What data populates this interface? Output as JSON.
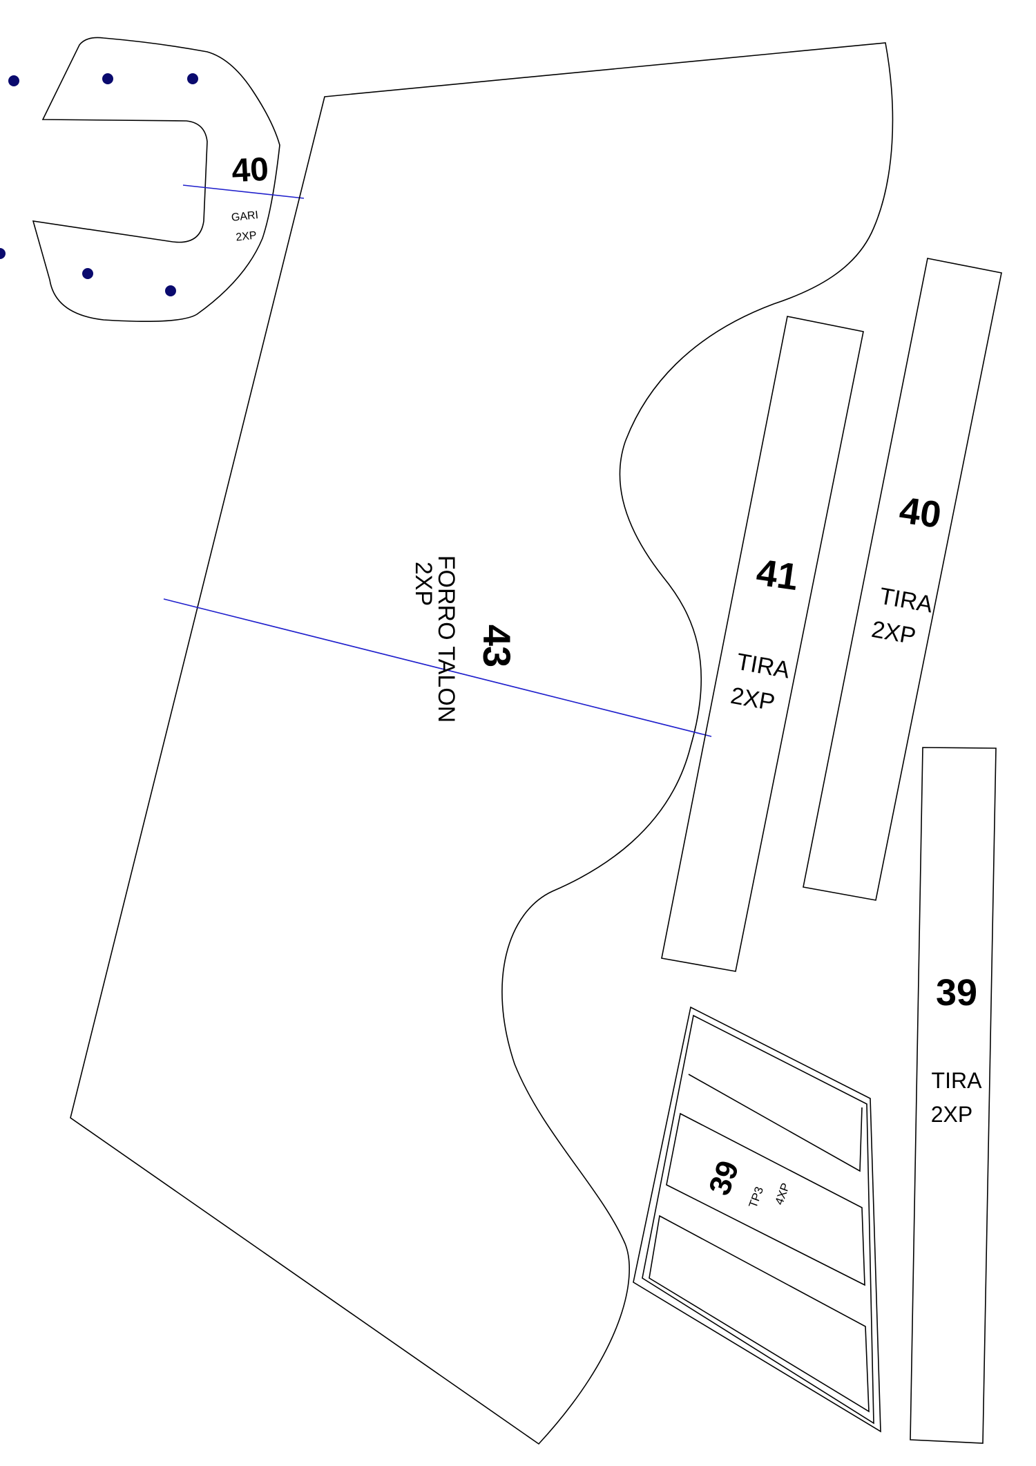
{
  "pattern_sheet": {
    "pieces": [
      {
        "id": "gari",
        "size": "40",
        "name": "GARI",
        "qty": "2XP"
      },
      {
        "id": "forro-talon",
        "size": "43",
        "name": "FORRO TALON",
        "qty": "2XP"
      },
      {
        "id": "tira-41",
        "size": "41",
        "name": "TIRA",
        "qty": "2XP"
      },
      {
        "id": "tira-40",
        "size": "40",
        "name": "TIRA",
        "qty": "2XP"
      },
      {
        "id": "tira-39",
        "size": "39",
        "name": "TIRA",
        "qty": "2XP"
      },
      {
        "id": "tp3",
        "size": "39",
        "name": "TP3",
        "qty": "4XP"
      }
    ],
    "colors": {
      "outline": "#000000",
      "guide_line": "#2020cc",
      "punch_hole": "#0a0a6e"
    }
  }
}
